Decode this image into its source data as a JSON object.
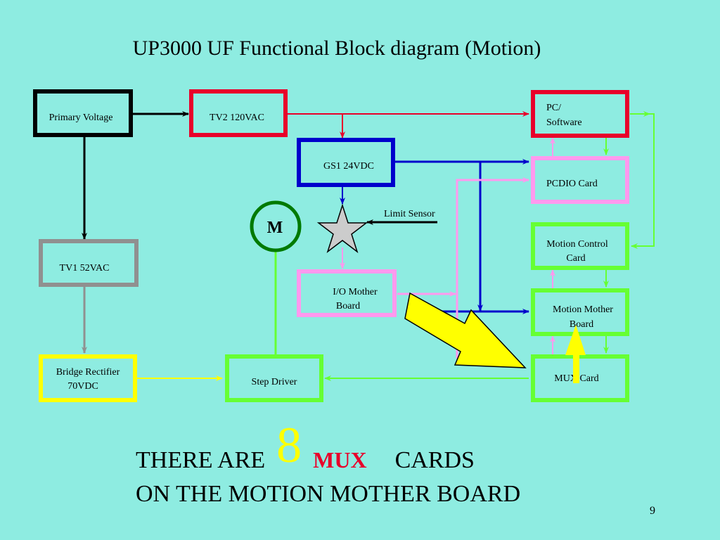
{
  "slide": {
    "title": "UP3000 UF Functional Block diagram (Motion)",
    "page_number": "9",
    "background_color": "#8eece1"
  },
  "blocks": {
    "primary_voltage": {
      "label": "Primary Voltage",
      "border_color": "#000000"
    },
    "tv2": {
      "label": "TV2 120VAC",
      "border_color": "#e8002a"
    },
    "pc_software": {
      "lines": [
        "PC/",
        "Software"
      ],
      "border_color": "#e8002a"
    },
    "gs1": {
      "label": "GS1 24VDC",
      "border_color": "#0000cc"
    },
    "pcdio": {
      "label": "PCDIO Card",
      "border_color": "#ff99ee"
    },
    "motion_control": {
      "lines": [
        "Motion Control",
        "Card"
      ],
      "border_color": "#66ff33"
    },
    "tv1": {
      "label": "TV1 52VAC",
      "border_color": "#909090"
    },
    "io_mother": {
      "lines": [
        "I/O Mother",
        "Board"
      ],
      "border_color": "#ff99ee"
    },
    "motion_mother": {
      "lines": [
        "Motion Mother",
        "Board"
      ],
      "border_color": "#66ff33"
    },
    "bridge": {
      "lines": [
        "Bridge Rectifier",
        "70VDC"
      ],
      "border_color": "#ffff00"
    },
    "step_driver": {
      "label": "Step Driver",
      "border_color": "#66ff33"
    },
    "mux_card": {
      "label": "MUX Card",
      "border_color": "#66ff33"
    },
    "motor": {
      "label": "M",
      "border_color": "#007a00"
    },
    "limit_sensor": {
      "label": "Limit Sensor"
    }
  },
  "caption": {
    "line1_prefix": "THERE ARE",
    "count": "8",
    "highlight": "MUX",
    "line1_suffix": "CARDS",
    "line2": "ON THE MOTION MOTHER BOARD",
    "count_color": "#ffff00",
    "highlight_color": "#e8002a"
  }
}
